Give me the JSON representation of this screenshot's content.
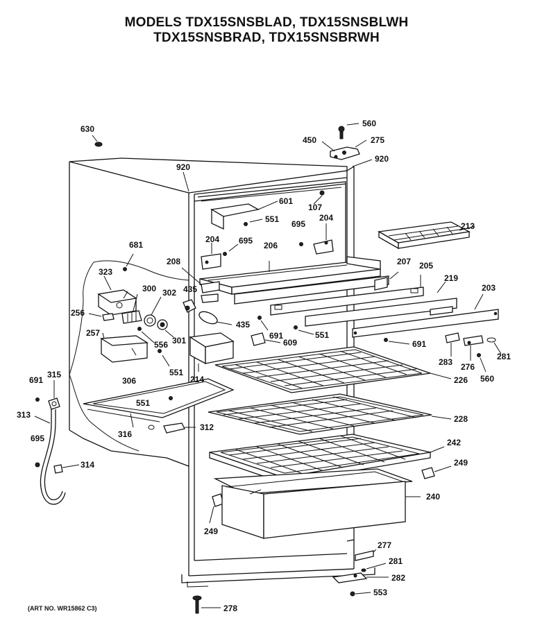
{
  "title_line1": "MODELS TDX15SNSBLAD, TDX15SNSBLWH",
  "title_line2": "TDX15SNSBRAD, TDX15SNSBRWH",
  "art_no": "(ART NO. WR15862 C3)",
  "labels": {
    "p630": "630",
    "p560a": "560",
    "p450": "450",
    "p275": "275",
    "p920a": "920",
    "p920b": "920",
    "p601": "601",
    "p107": "107",
    "p551a": "551",
    "p695a": "695",
    "p204a": "204",
    "p204b": "204",
    "p695b": "695",
    "p213": "213",
    "p681": "681",
    "p206": "206",
    "p208": "208",
    "p207": "207",
    "p205": "205",
    "p219": "219",
    "p203": "203",
    "p323": "323",
    "p300": "300",
    "p302": "302",
    "p435a": "435",
    "p435b": "435",
    "p256": "256",
    "p691a": "691",
    "p551b": "551",
    "p691b": "691",
    "p257": "257",
    "p556": "556",
    "p301": "301",
    "p609": "609",
    "p283": "283",
    "p276": "276",
    "p281a": "281",
    "p560b": "560",
    "p551c": "551",
    "p306": "306",
    "p214": "214",
    "p226": "226",
    "p691c": "691",
    "p315": "315",
    "p551d": "551",
    "p313": "313",
    "p228": "228",
    "p316": "316",
    "p312": "312",
    "p695c": "695",
    "p242": "242",
    "p249a": "249",
    "p314": "314",
    "p240": "240",
    "p249b": "249",
    "p277": "277",
    "p281b": "281",
    "p282": "282",
    "p553": "553",
    "p278": "278"
  }
}
